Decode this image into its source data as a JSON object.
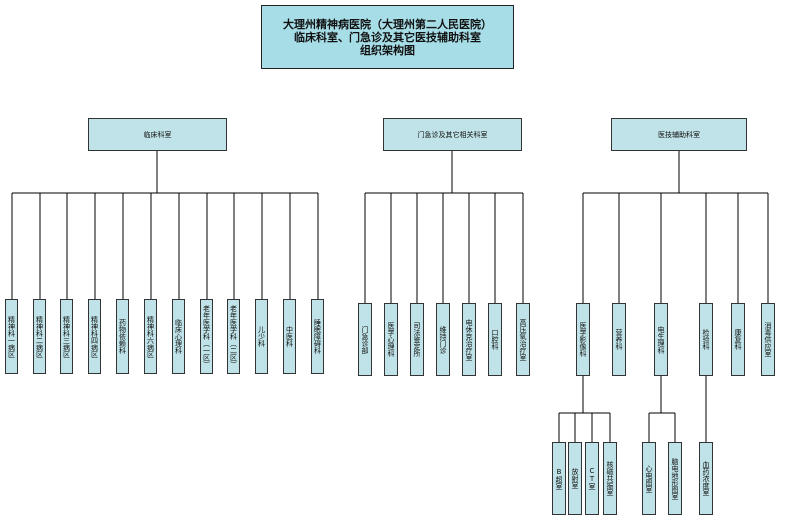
{
  "title": {
    "line1": "大理州精神病医院（大理州第二人民医院）",
    "line2": "临床科室、门急诊及其它医技辅助科室",
    "line3": "组织架构图"
  },
  "categories": [
    {
      "label": "临床科室",
      "units": [
        "精神科一病区",
        "精神科二病区",
        "精神科三病区",
        "精神科四病区",
        "药物依赖科",
        "精神科六病区",
        "临床心理科",
        "老年医学科（一区）",
        "老年医学科（二区）",
        "儿少科",
        "中医科",
        "睡眠障碍科"
      ]
    },
    {
      "label": "门急诊及其它相关科室",
      "units": [
        "门急诊部",
        "医学心理科",
        "司法鉴定所",
        "维持门诊",
        "电休克治疗室",
        "口腔科",
        "高压氧治疗室"
      ]
    },
    {
      "label": "医技辅助科室",
      "units": [
        "医学影像科",
        "营养科",
        "电生理科",
        "检验科",
        "康复科",
        "消毒供应室"
      ],
      "subunits": {
        "医学影像科": [
          "B超室",
          "放射室",
          "CT室",
          "核磁共振室"
        ],
        "电生理科": [
          "心电图室",
          "脑电地形图室"
        ],
        "检验科": [
          "血药浓度室"
        ]
      }
    }
  ]
}
